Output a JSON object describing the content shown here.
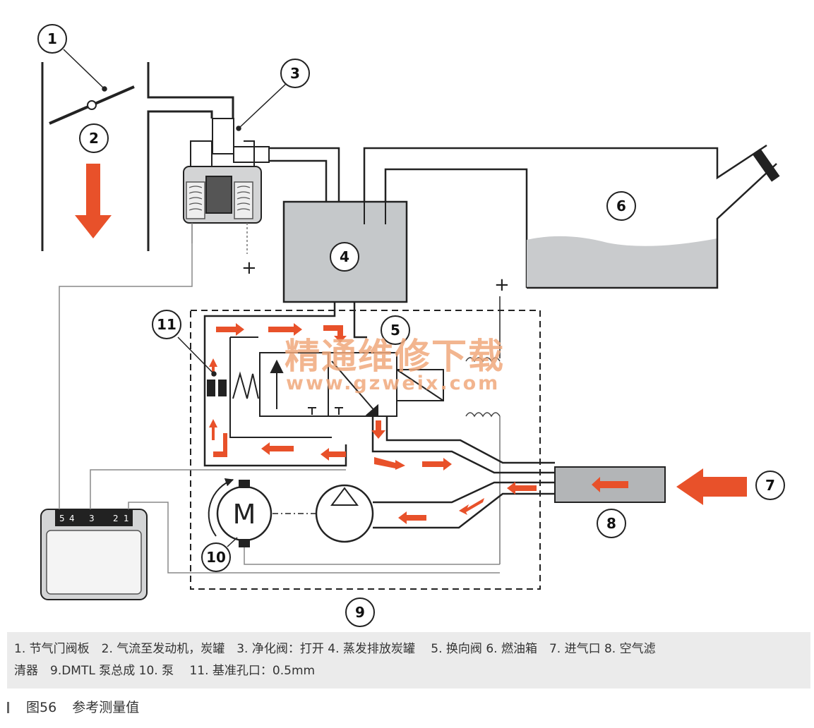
{
  "callouts": [
    "1",
    "2",
    "3",
    "4",
    "5",
    "6",
    "7",
    "8",
    "9",
    "10",
    "11"
  ],
  "motor_label": "M",
  "plus_signs": [
    "+",
    "+"
  ],
  "ecu_pins": [
    "5",
    "4",
    "3",
    "2",
    "1"
  ],
  "watermark": {
    "cn": "精通维修下载",
    "url": "www.gzweix.com"
  },
  "caption": {
    "line1": "1. 节气门阀板　2. 气流至发动机，炭罐　3. 净化阀：打开  4. 蒸发排放炭罐　 5. 换向阀  6. 燃油箱　7. 进气口  8. 空气滤",
    "line2": "清器　9.DMTL  泵总成  10. 泵　 11. 基准孔口：0.5mm"
  },
  "figure_title": {
    "number": "图56",
    "text": "参考测量值"
  },
  "colors": {
    "flow_arrow": "#e8512a",
    "canister_fill": "#c5c8ca",
    "filter_fill": "#b3b5b7",
    "fuel_fill": "#c9cbcd",
    "line": "#222222",
    "caption_bg": "#ebebeb"
  },
  "icons": [
    "flow-arrow-icon",
    "spring-icon",
    "motor-icon",
    "pump-icon",
    "coil-icon"
  ]
}
